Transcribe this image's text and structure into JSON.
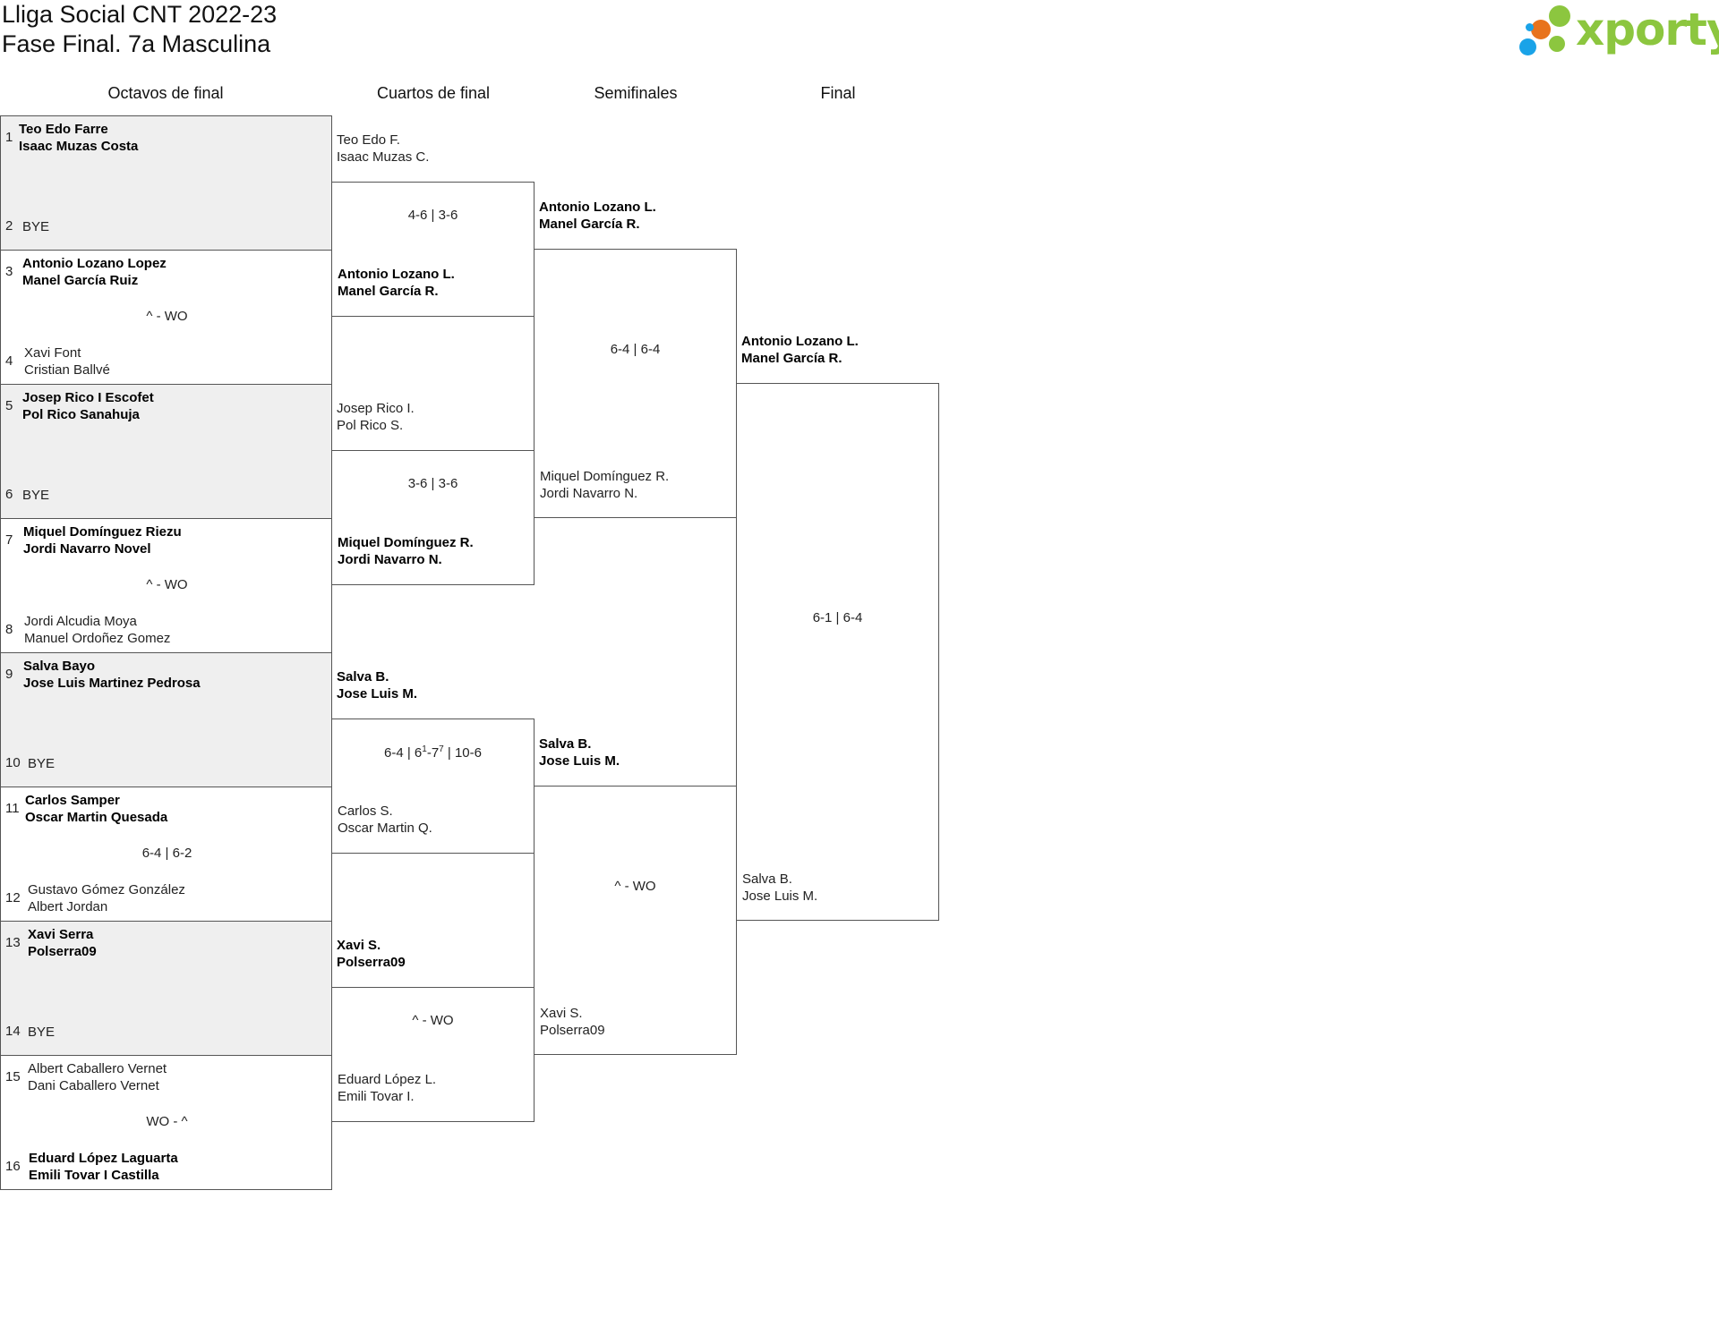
{
  "header": {
    "title_line1": "Lliga Social CNT 2022-23",
    "title_line2": "Fase Final. 7a Masculina",
    "logo_text": "xporty"
  },
  "colors": {
    "logo_green": "#8cc63f",
    "logo_orange": "#e8731d",
    "logo_blue": "#1aa3e8",
    "bye_bg": "#efefef"
  },
  "rounds": [
    "Octavos de final",
    "Cuartos de final",
    "Semifinales",
    "Final"
  ],
  "r16": [
    {
      "seed_a": "1",
      "a1": "Teo Edo Farre",
      "a2": "Isaac Muzas Costa",
      "score": "",
      "seed_b": "2",
      "b1": "BYE",
      "b2": ""
    },
    {
      "seed_a": "3",
      "a1": "Antonio Lozano Lopez",
      "a2": "Manel García Ruiz",
      "score": "^ - WO",
      "seed_b": "4",
      "b1": "Xavi Font",
      "b2": "Cristian Ballvé"
    },
    {
      "seed_a": "5",
      "a1": "Josep Rico I Escofet",
      "a2": "Pol Rico Sanahuja",
      "score": "",
      "seed_b": "6",
      "b1": "BYE",
      "b2": ""
    },
    {
      "seed_a": "7",
      "a1": "Miquel Domínguez Riezu",
      "a2": "Jordi Navarro Novel",
      "score": "^ - WO",
      "seed_b": "8",
      "b1": "Jordi Alcudia Moya",
      "b2": "Manuel Ordoñez Gomez"
    },
    {
      "seed_a": "9",
      "a1": "Salva Bayo",
      "a2": "Jose Luis Martinez Pedrosa",
      "score": "",
      "seed_b": "10",
      "b1": "BYE",
      "b2": ""
    },
    {
      "seed_a": "11",
      "a1": "Carlos Samper",
      "a2": "Oscar Martin Quesada",
      "score": "6-4 | 6-2",
      "seed_b": "12",
      "b1": "Gustavo Gómez González",
      "b2": "Albert Jordan"
    },
    {
      "seed_a": "13",
      "a1": "Xavi Serra",
      "a2": "Polserra09",
      "score": "",
      "seed_b": "14",
      "b1": "BYE",
      "b2": ""
    },
    {
      "seed_a": "15",
      "a1": "Albert Caballero Vernet",
      "a2": "Dani Caballero Vernet",
      "score": "WO - ^",
      "seed_b": "16",
      "b1": "Eduard López Laguarta",
      "b2": "Emili Tovar I Castilla"
    }
  ],
  "qf": [
    {
      "a1": "Teo Edo F.",
      "a2": "Isaac Muzas C.",
      "score": "4-6 | 3-6",
      "b1": "Antonio Lozano L.",
      "b2": "Manel García R."
    },
    {
      "a1": "Josep Rico I.",
      "a2": "Pol Rico S.",
      "score": "3-6 | 3-6",
      "b1": "Miquel Domínguez R.",
      "b2": "Jordi Navarro N."
    },
    {
      "a1": "Salva B.",
      "a2": "Jose Luis M.",
      "score_p1": "6-4 | 6",
      "score_s1": "1",
      "score_p2": "-7",
      "score_s2": "7",
      "score_p3": " | 10-6",
      "b1": "Carlos S.",
      "b2": "Oscar Martin Q."
    },
    {
      "a1": "Xavi S.",
      "a2": "Polserra09",
      "score": "^ - WO",
      "b1": "Eduard López L.",
      "b2": "Emili Tovar I."
    }
  ],
  "sf": [
    {
      "a1": "Antonio Lozano L.",
      "a2": "Manel García R.",
      "score": "6-4 | 6-4",
      "b1": "Miquel Domínguez R.",
      "b2": "Jordi Navarro N."
    },
    {
      "a1": "Salva B.",
      "a2": "Jose Luis M.",
      "score": "^ - WO",
      "b1": "Xavi S.",
      "b2": "Polserra09"
    }
  ],
  "final": {
    "a1": "Antonio Lozano L.",
    "a2": "Manel García R.",
    "score": "6-1 | 6-4",
    "b1": "Salva B.",
    "b2": "Jose Luis M."
  }
}
